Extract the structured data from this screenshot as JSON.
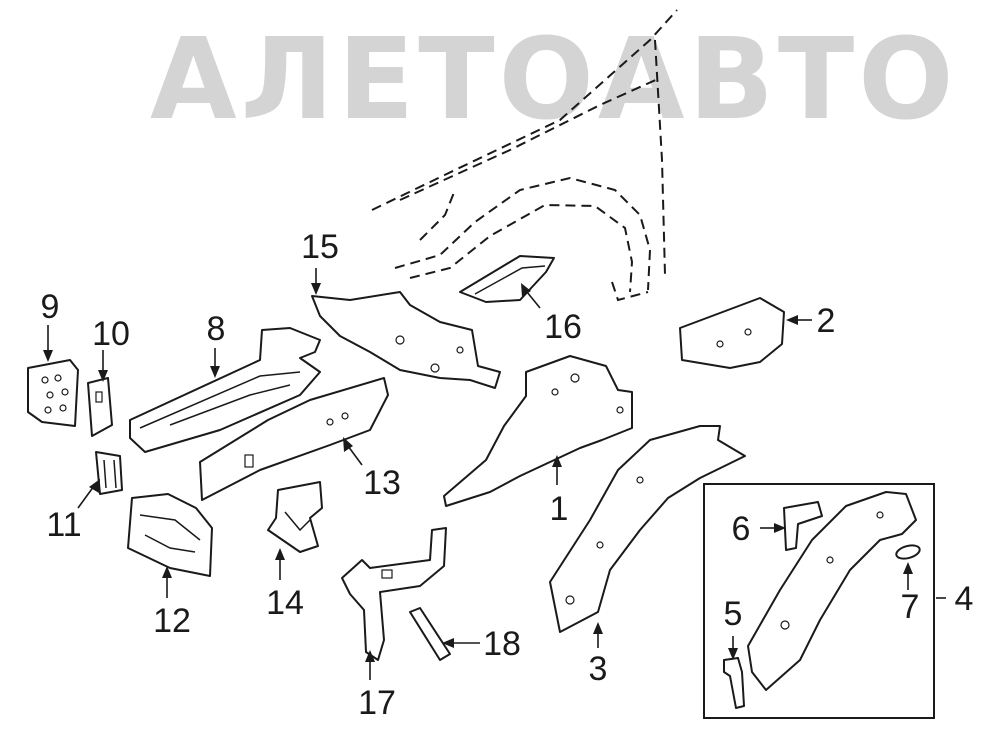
{
  "watermark": "АЛЕТОАВТО",
  "callouts": {
    "c1": "1",
    "c2": "2",
    "c3": "3",
    "c4": "4",
    "c5": "5",
    "c6": "6",
    "c7": "7",
    "c8": "8",
    "c9": "9",
    "c10": "10",
    "c11": "11",
    "c12": "12",
    "c13": "13",
    "c14": "14",
    "c15": "15",
    "c16": "16",
    "c17": "17",
    "c18": "18"
  },
  "colors": {
    "line": "#1a1a1a",
    "watermark": "#d4d4d4",
    "background": "#ffffff"
  }
}
